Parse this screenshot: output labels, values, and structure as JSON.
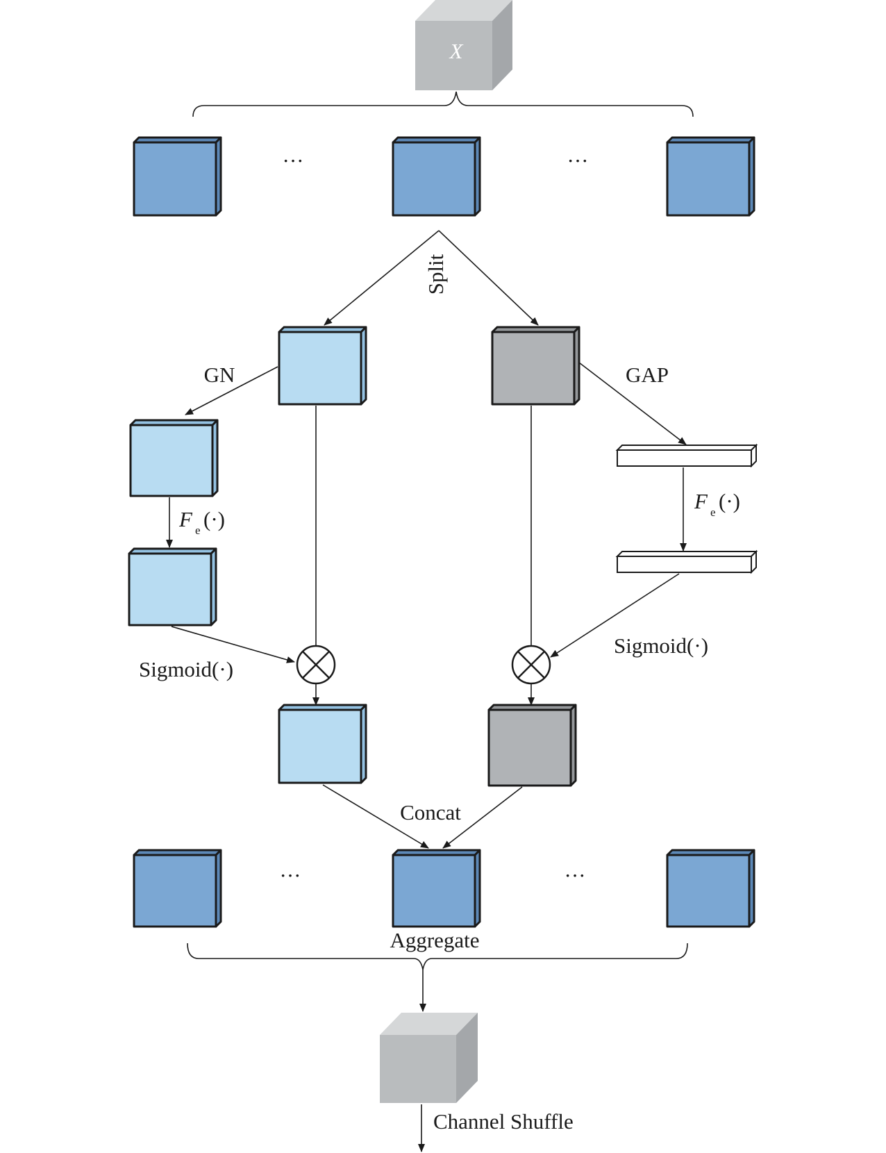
{
  "diagram": {
    "input_label": "X",
    "ellipsis": "···",
    "split_label": "Split",
    "gn_label": "GN",
    "gap_label": "GAP",
    "fe_base": "F",
    "fe_sub": "e",
    "fe_args": "(·)",
    "sigmoid_label": "Sigmoid(·)",
    "concat_label": "Concat",
    "aggregate_label": "Aggregate",
    "shuffle_label": "Channel Shuffle"
  },
  "colors": {
    "dark_blue": "#7ba7d3",
    "dark_blue_side": "#5d89b8",
    "light_blue": "#b8dcf2",
    "light_blue_side": "#94c2e2",
    "gray": "#b0b3b6",
    "gray_side": "#95989b",
    "cube_front": "#b9bcbe",
    "cube_top": "#d5d7d8",
    "cube_side": "#a4a7aa"
  }
}
